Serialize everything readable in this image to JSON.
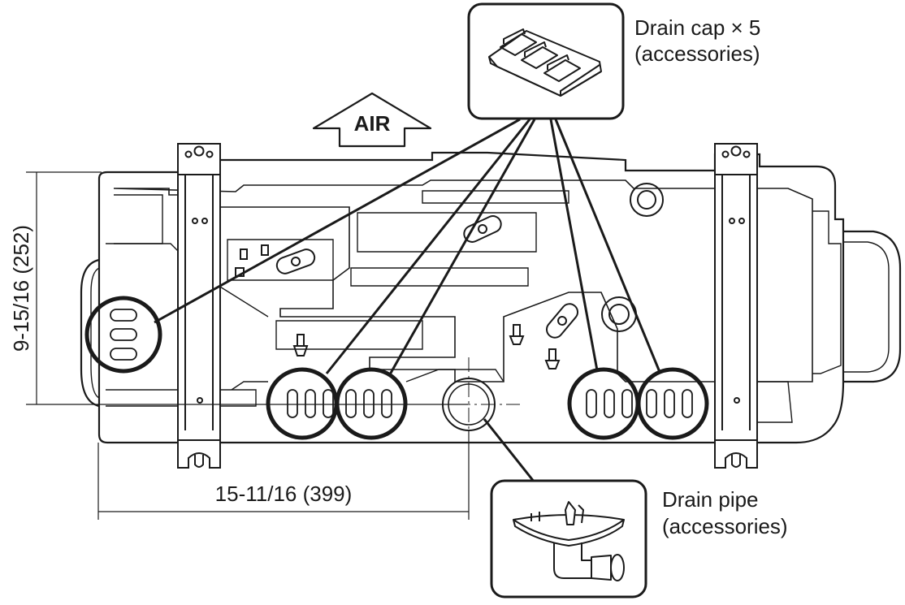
{
  "labels": {
    "air": "AIR",
    "drain_cap_line1": "Drain cap × 5",
    "drain_cap_line2": "(accessories)",
    "drain_pipe_line1": "Drain pipe",
    "drain_pipe_line2": "(accessories)",
    "dim_vertical": "9-15/16 (252)",
    "dim_horizontal": "15-11/16 (399)"
  },
  "colors": {
    "ink": "#1a1a1a",
    "paper": "#ffffff"
  }
}
